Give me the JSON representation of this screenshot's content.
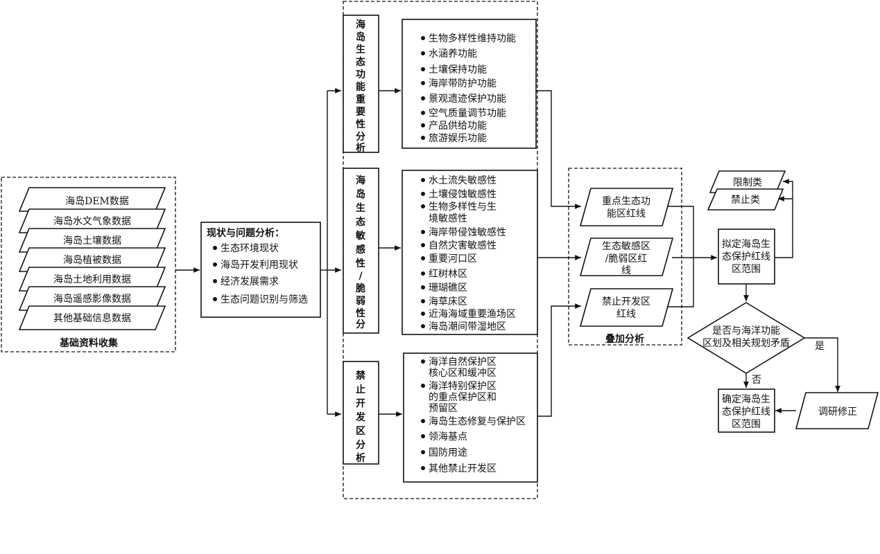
{
  "data_group": {
    "title": "基础资料收集",
    "items": [
      "海岛DEM数据",
      "海岛水文气象数据",
      "海岛土壤数据",
      "海岛植被数据",
      "海岛土地利用数据",
      "海岛遥感影像数据",
      "其他基础信息数据"
    ]
  },
  "status_analysis": {
    "title": "现状与问题分析：",
    "items": [
      "生态环境现状",
      "海岛开发利用现状",
      "经济发展需求",
      "生态问题识别与筛选"
    ]
  },
  "analysis_panels": [
    {
      "label": "海岛生态功能重要性分析",
      "items": [
        "生物多样性维持功能",
        "水涵养功能",
        "土壤保持功能",
        "海岸带防护功能",
        "景观遗迹保护功能",
        "空气质量调节功能",
        "产品供给功能",
        "旅游娱乐功能"
      ]
    },
    {
      "label": "海岛生态敏感性/脆弱性分析",
      "items": [
        "水土流失敏感性",
        "土壤侵蚀敏感性",
        "生物多样性与生境敏感性",
        "海岸带侵蚀敏感性",
        "自然灾害敏感性",
        "重要河口区",
        "红树林区",
        "珊瑚礁区",
        "海草床区",
        "近海海域重要渔场区",
        "海岛潮间带湿地区"
      ]
    },
    {
      "label": "禁止开发区分析",
      "items": [
        "海洋自然保护区核心区和缓冲区",
        "海洋特别保护区的重点保护区和预留区",
        "海岛生态修复与保护区",
        "领海基点",
        "国防用途",
        "其他禁止开发区"
      ]
    }
  ],
  "overlay": {
    "title": "叠加分析",
    "items": [
      "重点生态功能区红线",
      "生态敏感区/脆弱区红线",
      "禁止开发区红线"
    ]
  },
  "categories": [
    "限制类",
    "禁止类"
  ],
  "draft_scope": "拟定海岛生态保护红线区范围",
  "decision": "是否与海洋功能区划及相关规划矛盾",
  "yes_label": "是",
  "no_label": "否",
  "revise": "调研修正",
  "final_scope": "确定海岛生态保护红线区范围"
}
